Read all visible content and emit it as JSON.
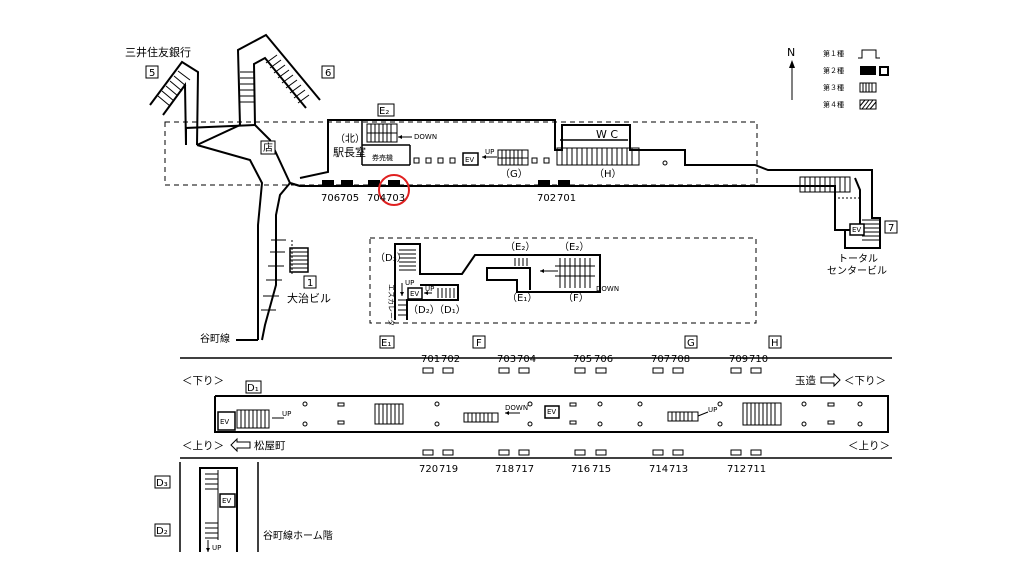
{
  "places": {
    "mitsui_bank": "三井住友銀行",
    "shop": "店",
    "station_office_north": "（北）",
    "station_office": "駅長室",
    "ticket_machines": "券売機",
    "wc": "W C",
    "daiji_building": "大治ビル",
    "total_center_building_1": "トータル",
    "total_center_building_2": "センタービル",
    "tanimachi_line": "谷町線",
    "tanimachi_platform_floor": "谷町線ホーム階",
    "escalator": "エスカレータ"
  },
  "exits": {
    "e5": "5",
    "e6": "6",
    "e1": "1",
    "e7": "7",
    "E2": "E₂",
    "E1": "E₁",
    "F": "F",
    "G": "G",
    "H": "H",
    "D1": "D₁",
    "D2": "D₂",
    "D3": "D₃"
  },
  "concourse_labels": {
    "G": "（G）",
    "H": "（H）",
    "D3": "（D₃）",
    "D2": "（D₂）",
    "D1": "（D₁）",
    "E2a": "（E₂）",
    "E2b": "（E₂）",
    "E1": "（E₁）",
    "F": "（F）"
  },
  "markers": {
    "down": "DOWN",
    "up": "UP",
    "ev": "EV",
    "north": "N"
  },
  "legend": {
    "type1": "第１種",
    "type2": "第２種",
    "type3": "第３種",
    "type4": "第４種"
  },
  "car_numbers_concourse": [
    "706",
    "705",
    "704",
    "703",
    "702",
    "701"
  ],
  "car_numbers_platform_top": [
    "701",
    "702",
    "703",
    "704",
    "705",
    "706",
    "707",
    "708",
    "709",
    "710"
  ],
  "car_numbers_platform_bottom": [
    "720",
    "719",
    "718",
    "717",
    "716",
    "715",
    "714",
    "713",
    "712",
    "711"
  ],
  "directions": {
    "down_left": "＜下り＞",
    "down_right": "＜下り＞",
    "up_left": "＜上り＞",
    "up_right": "＜上り＞",
    "tamatsukuri": "玉造",
    "matsuyamachi": "松屋町"
  },
  "highlight": {
    "car": "703",
    "color": "#e02020"
  }
}
